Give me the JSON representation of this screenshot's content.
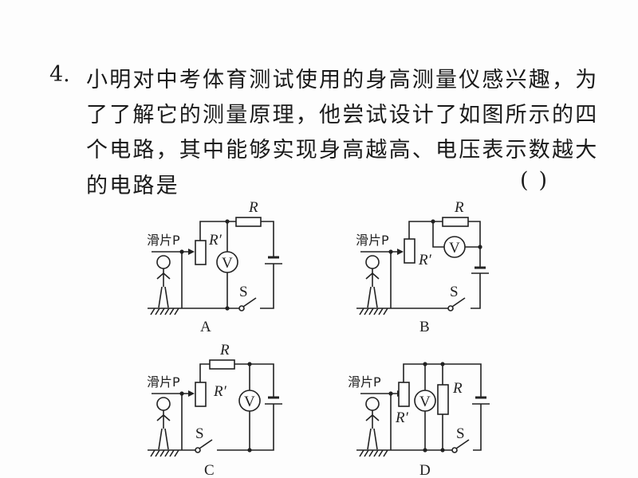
{
  "question": {
    "number": "4.",
    "lines": [
      "小明对中考体育测试使用的身高测量仪感兴趣，为",
      "了了解它的测量原理，他尝试设计了如图所示的四",
      "个电路，其中能够实现身高越高、电压表示数越大",
      "的电路是"
    ],
    "answer_bracket": "(      )"
  },
  "diagram": {
    "slider_label": "滑片P",
    "resistor_fixed": "R",
    "resistor_variable": "R′",
    "voltmeter": "V",
    "switch": "S",
    "options": [
      "A",
      "B",
      "C",
      "D"
    ]
  }
}
